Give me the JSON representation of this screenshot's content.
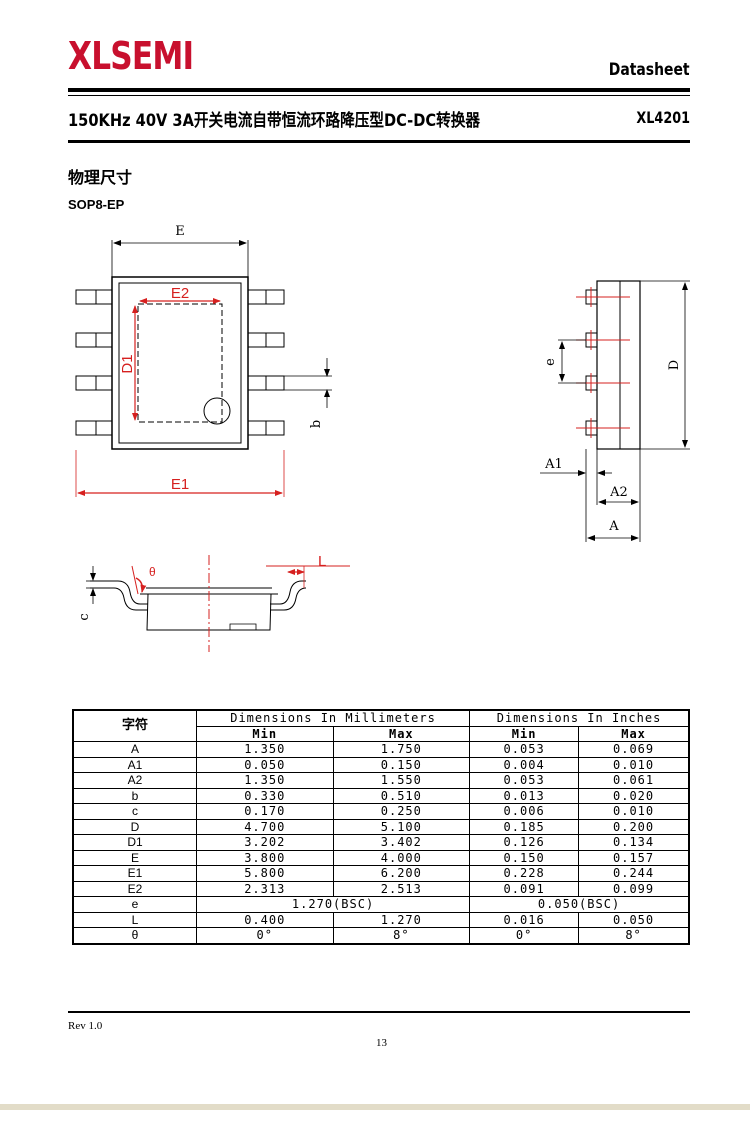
{
  "header": {
    "logo": "XLSEMI",
    "doc_type": "Datasheet",
    "title": "150KHz 40V 3A开关电流自带恒流环路降压型DC-DC转换器",
    "part_number": "XL4201"
  },
  "section_title": "物理尺寸",
  "package_name": "SOP8-EP",
  "drawing_labels": {
    "E": "E",
    "E2": "E2",
    "D1": "D1",
    "E1": "E1",
    "b": "b",
    "e": "e",
    "D": "D",
    "A1": "A1",
    "A2": "A2",
    "A": "A",
    "theta": "θ",
    "L": "L",
    "c": "c"
  },
  "table": {
    "symbol_header": "字符",
    "group_mm": "Dimensions In Millimeters",
    "group_in": "Dimensions In Inches",
    "min": "Min",
    "max": "Max",
    "rows": [
      {
        "sym": "A",
        "mm_min": "1.350",
        "mm_max": "1.750",
        "in_min": "0.053",
        "in_max": "0.069"
      },
      {
        "sym": "A1",
        "mm_min": "0.050",
        "mm_max": "0.150",
        "in_min": "0.004",
        "in_max": "0.010"
      },
      {
        "sym": "A2",
        "mm_min": "1.350",
        "mm_max": "1.550",
        "in_min": "0.053",
        "in_max": "0.061"
      },
      {
        "sym": "b",
        "mm_min": "0.330",
        "mm_max": "0.510",
        "in_min": "0.013",
        "in_max": "0.020"
      },
      {
        "sym": "c",
        "mm_min": "0.170",
        "mm_max": "0.250",
        "in_min": "0.006",
        "in_max": "0.010"
      },
      {
        "sym": "D",
        "mm_min": "4.700",
        "mm_max": "5.100",
        "in_min": "0.185",
        "in_max": "0.200"
      },
      {
        "sym": "D1",
        "mm_min": "3.202",
        "mm_max": "3.402",
        "in_min": "0.126",
        "in_max": "0.134"
      },
      {
        "sym": "E",
        "mm_min": "3.800",
        "mm_max": "4.000",
        "in_min": "0.150",
        "in_max": "0.157"
      },
      {
        "sym": "E1",
        "mm_min": "5.800",
        "mm_max": "6.200",
        "in_min": "0.228",
        "in_max": "0.244"
      },
      {
        "sym": "E2",
        "mm_min": "2.313",
        "mm_max": "2.513",
        "in_min": "0.091",
        "in_max": "0.099"
      }
    ],
    "e_row": {
      "sym": "e",
      "mm": "1.270(BSC)",
      "in": "0.050(BSC)"
    },
    "tail_rows": [
      {
        "sym": "L",
        "mm_min": "0.400",
        "mm_max": "1.270",
        "in_min": "0.016",
        "in_max": "0.050"
      },
      {
        "sym": "θ",
        "mm_min": "0°",
        "mm_max": "8°",
        "in_min": "0°",
        "in_max": "8°"
      }
    ]
  },
  "footer": {
    "revision": "Rev 1.0",
    "page": "13"
  },
  "colors": {
    "brand_red": "#c8102e",
    "dim_red": "#d6201f"
  }
}
